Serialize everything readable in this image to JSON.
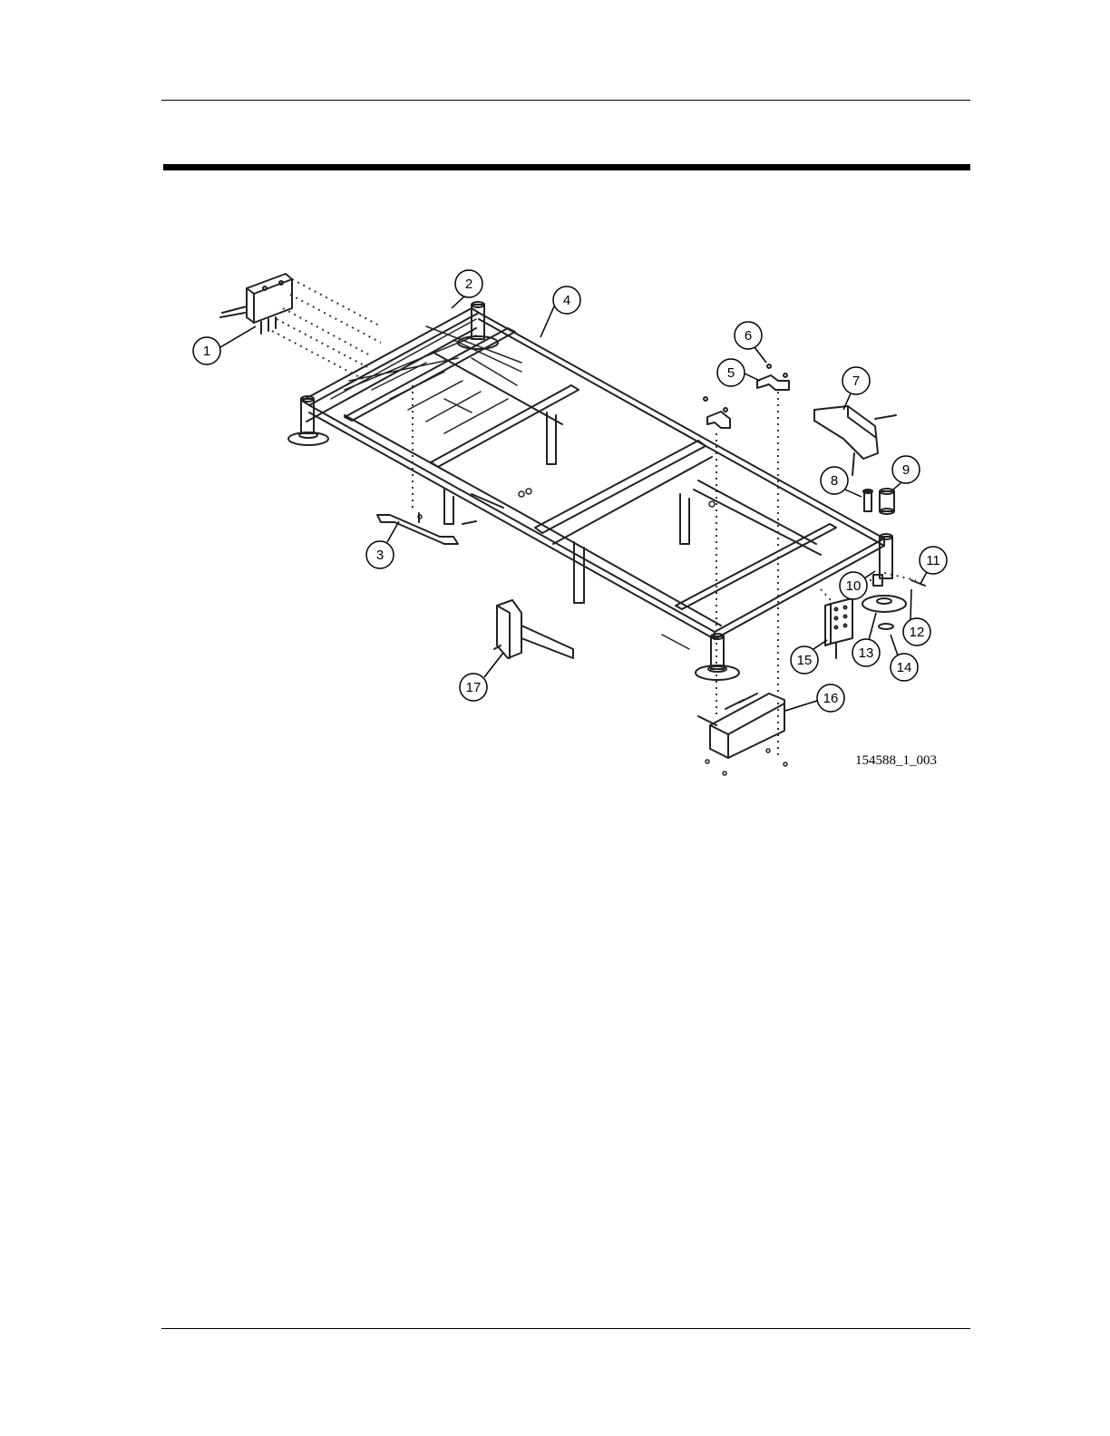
{
  "figure": {
    "id_label": "154588_1_003",
    "callouts": [
      "1",
      "2",
      "3",
      "4",
      "5",
      "6",
      "7",
      "8",
      "9",
      "10",
      "11",
      "12",
      "13",
      "14",
      "15",
      "16",
      "17"
    ]
  }
}
